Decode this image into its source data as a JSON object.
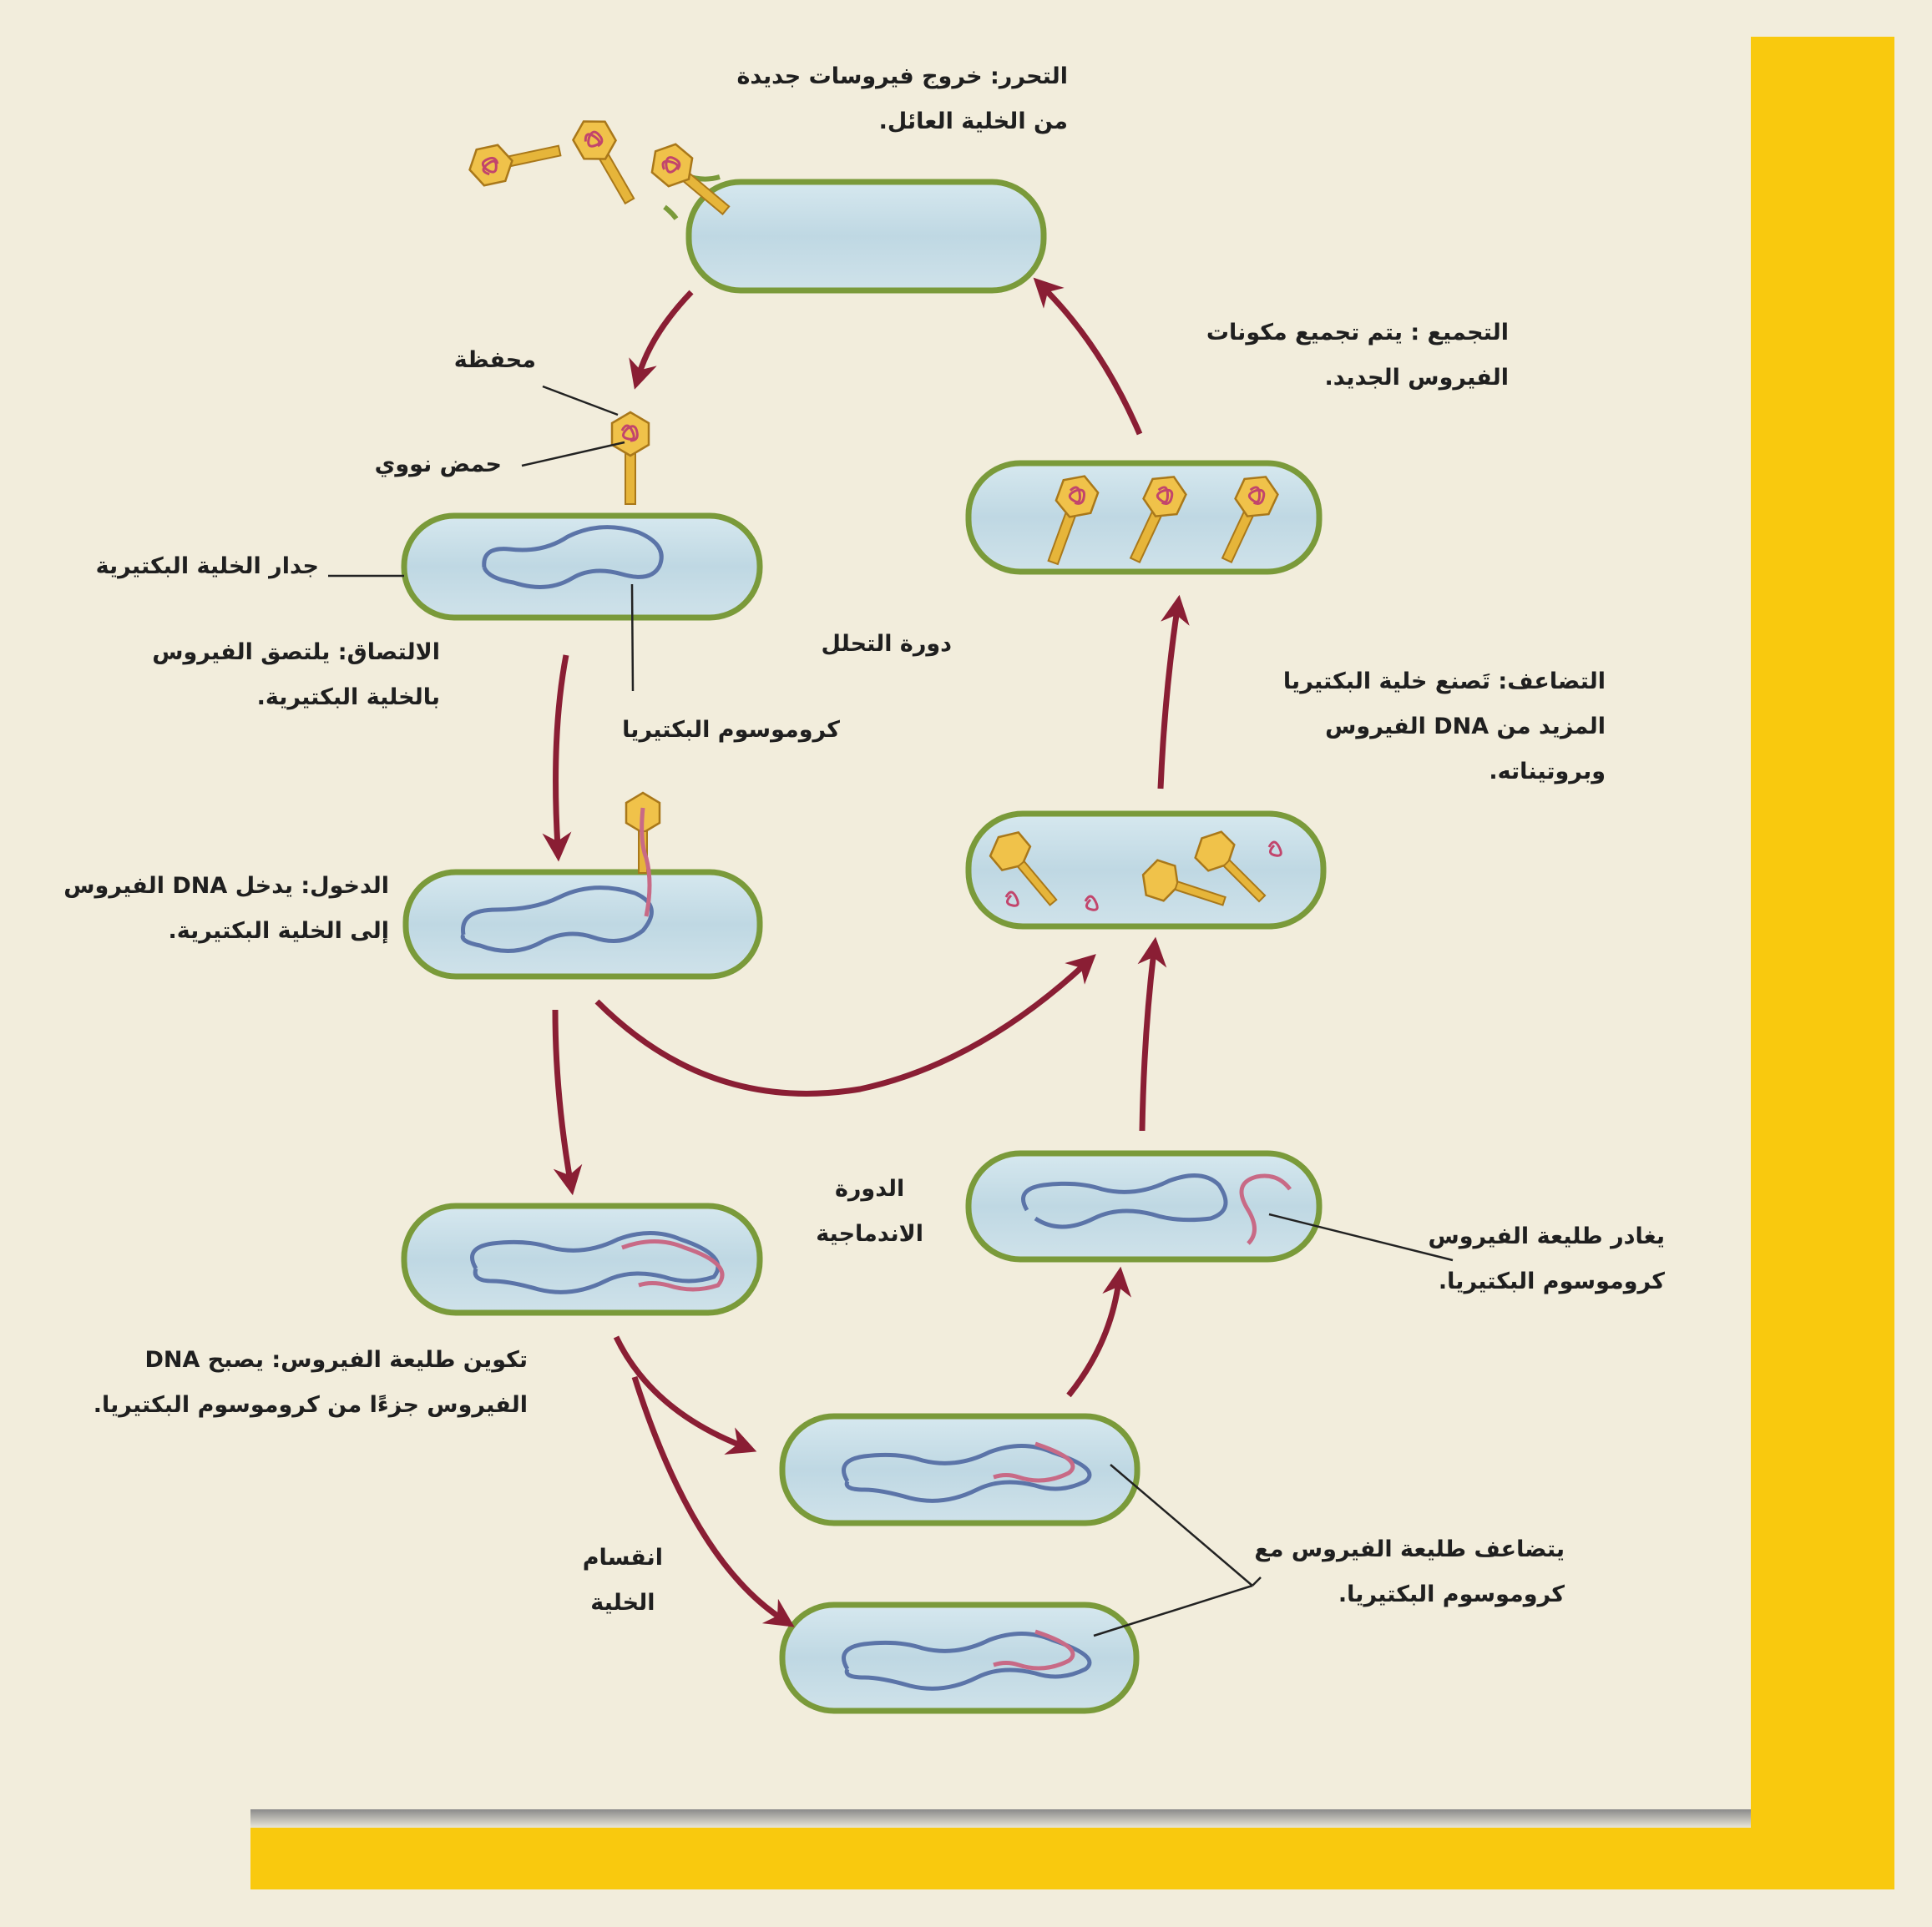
{
  "colors": {
    "background": "#f2eddc",
    "frame_yellow": "#f9c90e",
    "cell_fill": "#c9dfe8",
    "cell_wall": "#7a9a3a",
    "bacterial_dna": "#5b74a8",
    "viral_dna": "#c86a86",
    "capsid": "#e9b93d",
    "arrow": "#8a1e34"
  },
  "labels": {
    "release": {
      "line1": "التحرر: خروج فيروسات جديدة",
      "line2": "من الخلية العائل."
    },
    "capsid": "محفظة",
    "nucleic_acid": "حمض نووي",
    "cell_wall": "جدار الخلية البكتيرية",
    "attachment": {
      "line1": "الالتصاق: يلتصق الفيروس",
      "line2": "بالخلية البكتيرية."
    },
    "bacterial_chromosome": "كروموسوم البكتيريا",
    "lytic_cycle": "دورة التحلل",
    "assembly": {
      "line1": "التجميع : يتم تجميع مكونات",
      "line2": "الفيروس الجديد."
    },
    "replication": {
      "line1": "التضاعف: تَصنع خلية البكتيريا",
      "line2": "المزيد من DNA الفيروس",
      "line3": "وبروتيناته."
    },
    "entry": {
      "line1": "الدخول: يدخل DNA الفيروس",
      "line2": "إلى الخلية البكتيرية."
    },
    "lysogenic_cycle": {
      "line1": "الدورة",
      "line2": "الاندماجية"
    },
    "prophage_exit": {
      "line1": "يغادر طليعة الفيروس",
      "line2": "كروموسوم البكتيريا."
    },
    "prophage_formation": {
      "line1": "تكوين طليعة الفيروس: يصبح DNA",
      "line2": "الفيروس جزءًا من كروموسوم البكتيريا."
    },
    "cell_division": {
      "line1": "انقسام",
      "line2": "الخلية"
    },
    "prophage_replication": {
      "line1": "يتضاعف طليعة الفيروس مع",
      "line2": "كروموسوم البكتيريا."
    }
  }
}
